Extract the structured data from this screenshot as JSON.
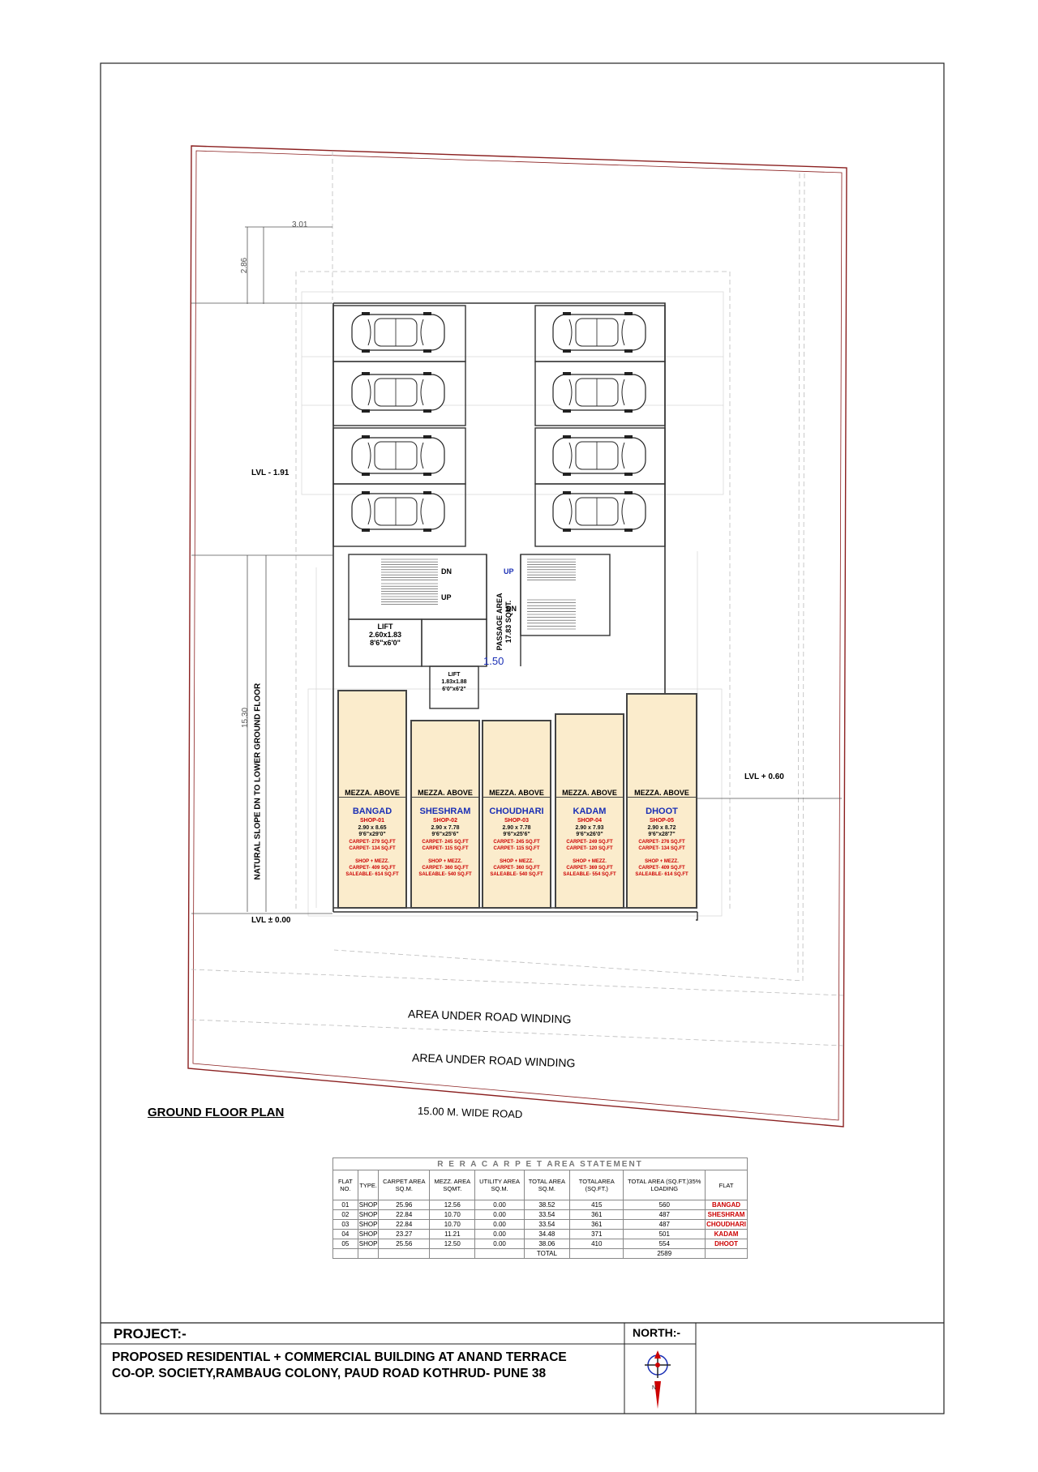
{
  "plan": {
    "title": "GROUND FLOOR PLAN",
    "road": "15.00 M. WIDE ROAD",
    "road_winding_1": "AREA UNDER ROAD WINDING",
    "road_winding_2": "AREA UNDER ROAD WINDING",
    "lvl_top": "LVL - 1.91",
    "lvl_right": "LVL + 0.60",
    "lvl_zero": "LVL ± 0.00",
    "dim_top": "3.01",
    "dim_side": "2.86",
    "dim_long": "15.30",
    "slope_note": "NATURAL SLOPE DN TO LOWER GROUND FLOOR",
    "passage": "PASSAGE AREA",
    "passage_area": "17.83 SQMT.",
    "passage_width": "1.50",
    "stair_dn_1": "DN",
    "stair_up_1": "UP",
    "stair_up_2": "UP",
    "stair_dn_2": "DN",
    "lift1_name": "LIFT",
    "lift1_size": "2.60x1.83",
    "lift1_imp": "8'6\"x6'0\"",
    "lift2_name": "LIFT",
    "lift2_size": "1.83x1.88",
    "lift2_imp": "6'0\"x6'2\""
  },
  "shops": [
    {
      "mezz": "MEZZA. ABOVE",
      "owner": "BANGAD",
      "id": "SHOP-01",
      "size": "2.90 x 8.65",
      "imp": "9'6\"x29'0\"",
      "carpet": "CARPET- 279 SQ.FT",
      "carpet2": "CARPET- 134 SQ.FT",
      "combo": "SHOP + MEZZ.",
      "combo_carpet": "CARPET- 409 SQ.FT",
      "saleable": "SALEABLE- 614 SQ.FT"
    },
    {
      "mezz": "MEZZA. ABOVE",
      "owner": "SHESHRAM",
      "id": "SHOP-02",
      "size": "2.90 x 7.78",
      "imp": "9'6\"x25'6\"",
      "carpet": "CARPET- 245 SQ.FT",
      "carpet2": "CARPET- 115 SQ.FT",
      "combo": "SHOP + MEZZ.",
      "combo_carpet": "CARPET- 360 SQ.FT",
      "saleable": "SALEABLE- 540 SQ.FT"
    },
    {
      "mezz": "MEZZA. ABOVE",
      "owner": "CHOUDHARI",
      "id": "SHOP-03",
      "size": "2.90 x 7.78",
      "imp": "9'6\"x25'6\"",
      "carpet": "CARPET- 245 SQ.FT",
      "carpet2": "CARPET- 115 SQ.FT",
      "combo": "SHOP + MEZZ.",
      "combo_carpet": "CARPET- 360 SQ.FT",
      "saleable": "SALEABLE- 540 SQ.FT"
    },
    {
      "mezz": "MEZZA. ABOVE",
      "owner": "KADAM",
      "id": "SHOP-04",
      "size": "2.90 x 7.93",
      "imp": "9'6\"x26'0\"",
      "carpet": "CARPET- 249 SQ.FT",
      "carpet2": "CARPET- 120 SQ.FT",
      "combo": "SHOP + MEZZ.",
      "combo_carpet": "CARPET- 369 SQ.FT",
      "saleable": "SALEABLE- 554 SQ.FT"
    },
    {
      "mezz": "MEZZA. ABOVE",
      "owner": "DHOOT",
      "id": "SHOP-05",
      "size": "2.90 x 8.72",
      "imp": "9'6\"x28'7\"",
      "carpet": "CARPET- 276 SQ.FT",
      "carpet2": "CARPET- 134 SQ.FT",
      "combo": "SHOP + MEZZ.",
      "combo_carpet": "CARPET- 409 SQ.FT",
      "saleable": "SALEABLE- 614 SQ.FT"
    }
  ],
  "rera": {
    "title": "R E R A  C A R P E T  AREA STATEMENT",
    "headers": [
      "FLAT NO.",
      "TYPE.",
      "CARPET AREA SQ.M.",
      "MEZZ. AREA SQMT.",
      "UTILITY AREA SQ.M.",
      "TOTAL AREA SQ.M.",
      "TOTALAREA (SQ.FT.)",
      "TOTAL AREA (SQ.FT.)35% LOADING",
      "FLAT"
    ],
    "rows": [
      [
        "01",
        "SHOP",
        "25.96",
        "12.56",
        "0.00",
        "38.52",
        "415",
        "560",
        "BANGAD"
      ],
      [
        "02",
        "SHOP",
        "22.84",
        "10.70",
        "0.00",
        "33.54",
        "361",
        "487",
        "SHESHRAM"
      ],
      [
        "03",
        "SHOP",
        "22.84",
        "10.70",
        "0.00",
        "33.54",
        "361",
        "487",
        "CHOUDHARI"
      ],
      [
        "04",
        "SHOP",
        "23.27",
        "11.21",
        "0.00",
        "34.48",
        "371",
        "501",
        "KADAM"
      ],
      [
        "05",
        "SHOP",
        "25.56",
        "12.50",
        "0.00",
        "38.06",
        "410",
        "554",
        "DHOOT"
      ]
    ],
    "total_label": "TOTAL",
    "total_value": "2589"
  },
  "titleblock": {
    "project_label": "PROJECT:-",
    "north_label": "NORTH:-",
    "line1": "PROPOSED RESIDENTIAL + COMMERCIAL BUILDING AT ANAND TERRACE",
    "line2": "CO-OP. SOCIETY,RAMBAUG COLONY, PAUD ROAD KOTHRUD- PUNE 38"
  },
  "colors": {
    "shop_fill": "#fbeccc",
    "owner_blue": "#1a2fb5",
    "note_red": "#c00000",
    "plot_line": "#8b2020"
  }
}
